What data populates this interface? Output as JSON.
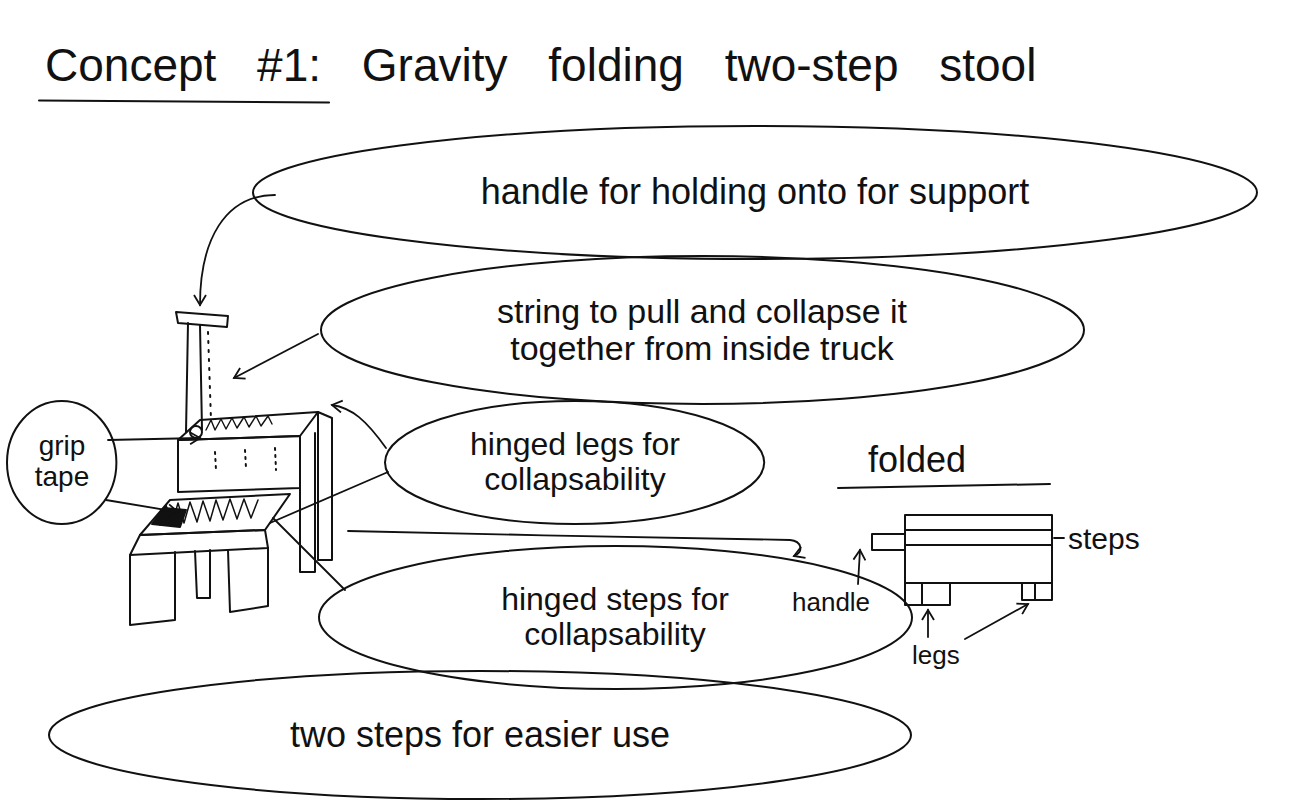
{
  "diagram": {
    "title": "Concept #1: Gravity folding two-step stool",
    "nodes": [
      {
        "text": [
          "handle for holding onto for support"
        ]
      },
      {
        "text": [
          "string to pull and collapse it together from inside truck"
        ]
      },
      {
        "text": [
          "hinged legs for collapsability"
        ]
      },
      {
        "text": [
          "hinged steps for collapsability"
        ]
      },
      {
        "text": [
          "two steps for easier use"
        ]
      },
      {
        "text": [
          "grip tape"
        ]
      }
    ],
    "labels": [
      "folded",
      "steps",
      "handle",
      "legs"
    ]
  }
}
